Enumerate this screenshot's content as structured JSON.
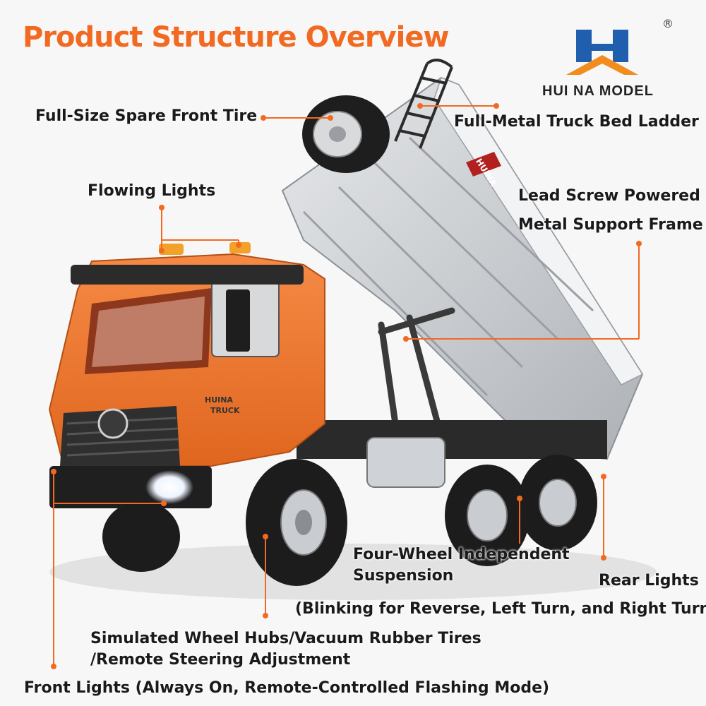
{
  "header": {
    "title": "Product Structure Overview"
  },
  "brand": {
    "name": "HUI NA MODEL",
    "registered_mark": "®",
    "logo_icon": "huina-logo-icon"
  },
  "callouts": {
    "spare_tire": "Full-Size Spare Front Tire",
    "ladder": "Full-Metal Truck Bed Ladder",
    "flowing_lights": "Flowing Lights",
    "lead_screw_line1": "Lead Screw Powered",
    "lead_screw_line2": "Metal Support Frame",
    "suspension_line1": "Four-Wheel Independent",
    "suspension_line2": "Suspension",
    "rear_lights": "Rear Lights",
    "rear_lights_detail": "(Blinking for Reverse, Left Turn, and Right Turn)",
    "wheel_hubs_line1": "Simulated Wheel Hubs/Vacuum Rubber Tires",
    "wheel_hubs_line2": "/Remote Steering Adjustment",
    "front_lights": "Front Lights (Always On, Remote-Controlled Flashing Mode)"
  },
  "truck": {
    "cab_brand": "HUINA",
    "cab_badge": "TRUCK",
    "bed_brand": "HUINA"
  },
  "colors": {
    "accent": "#f26a21",
    "cab": "#ee7a33",
    "bed": "#c9ccd0",
    "text": "#1a1a1a"
  }
}
